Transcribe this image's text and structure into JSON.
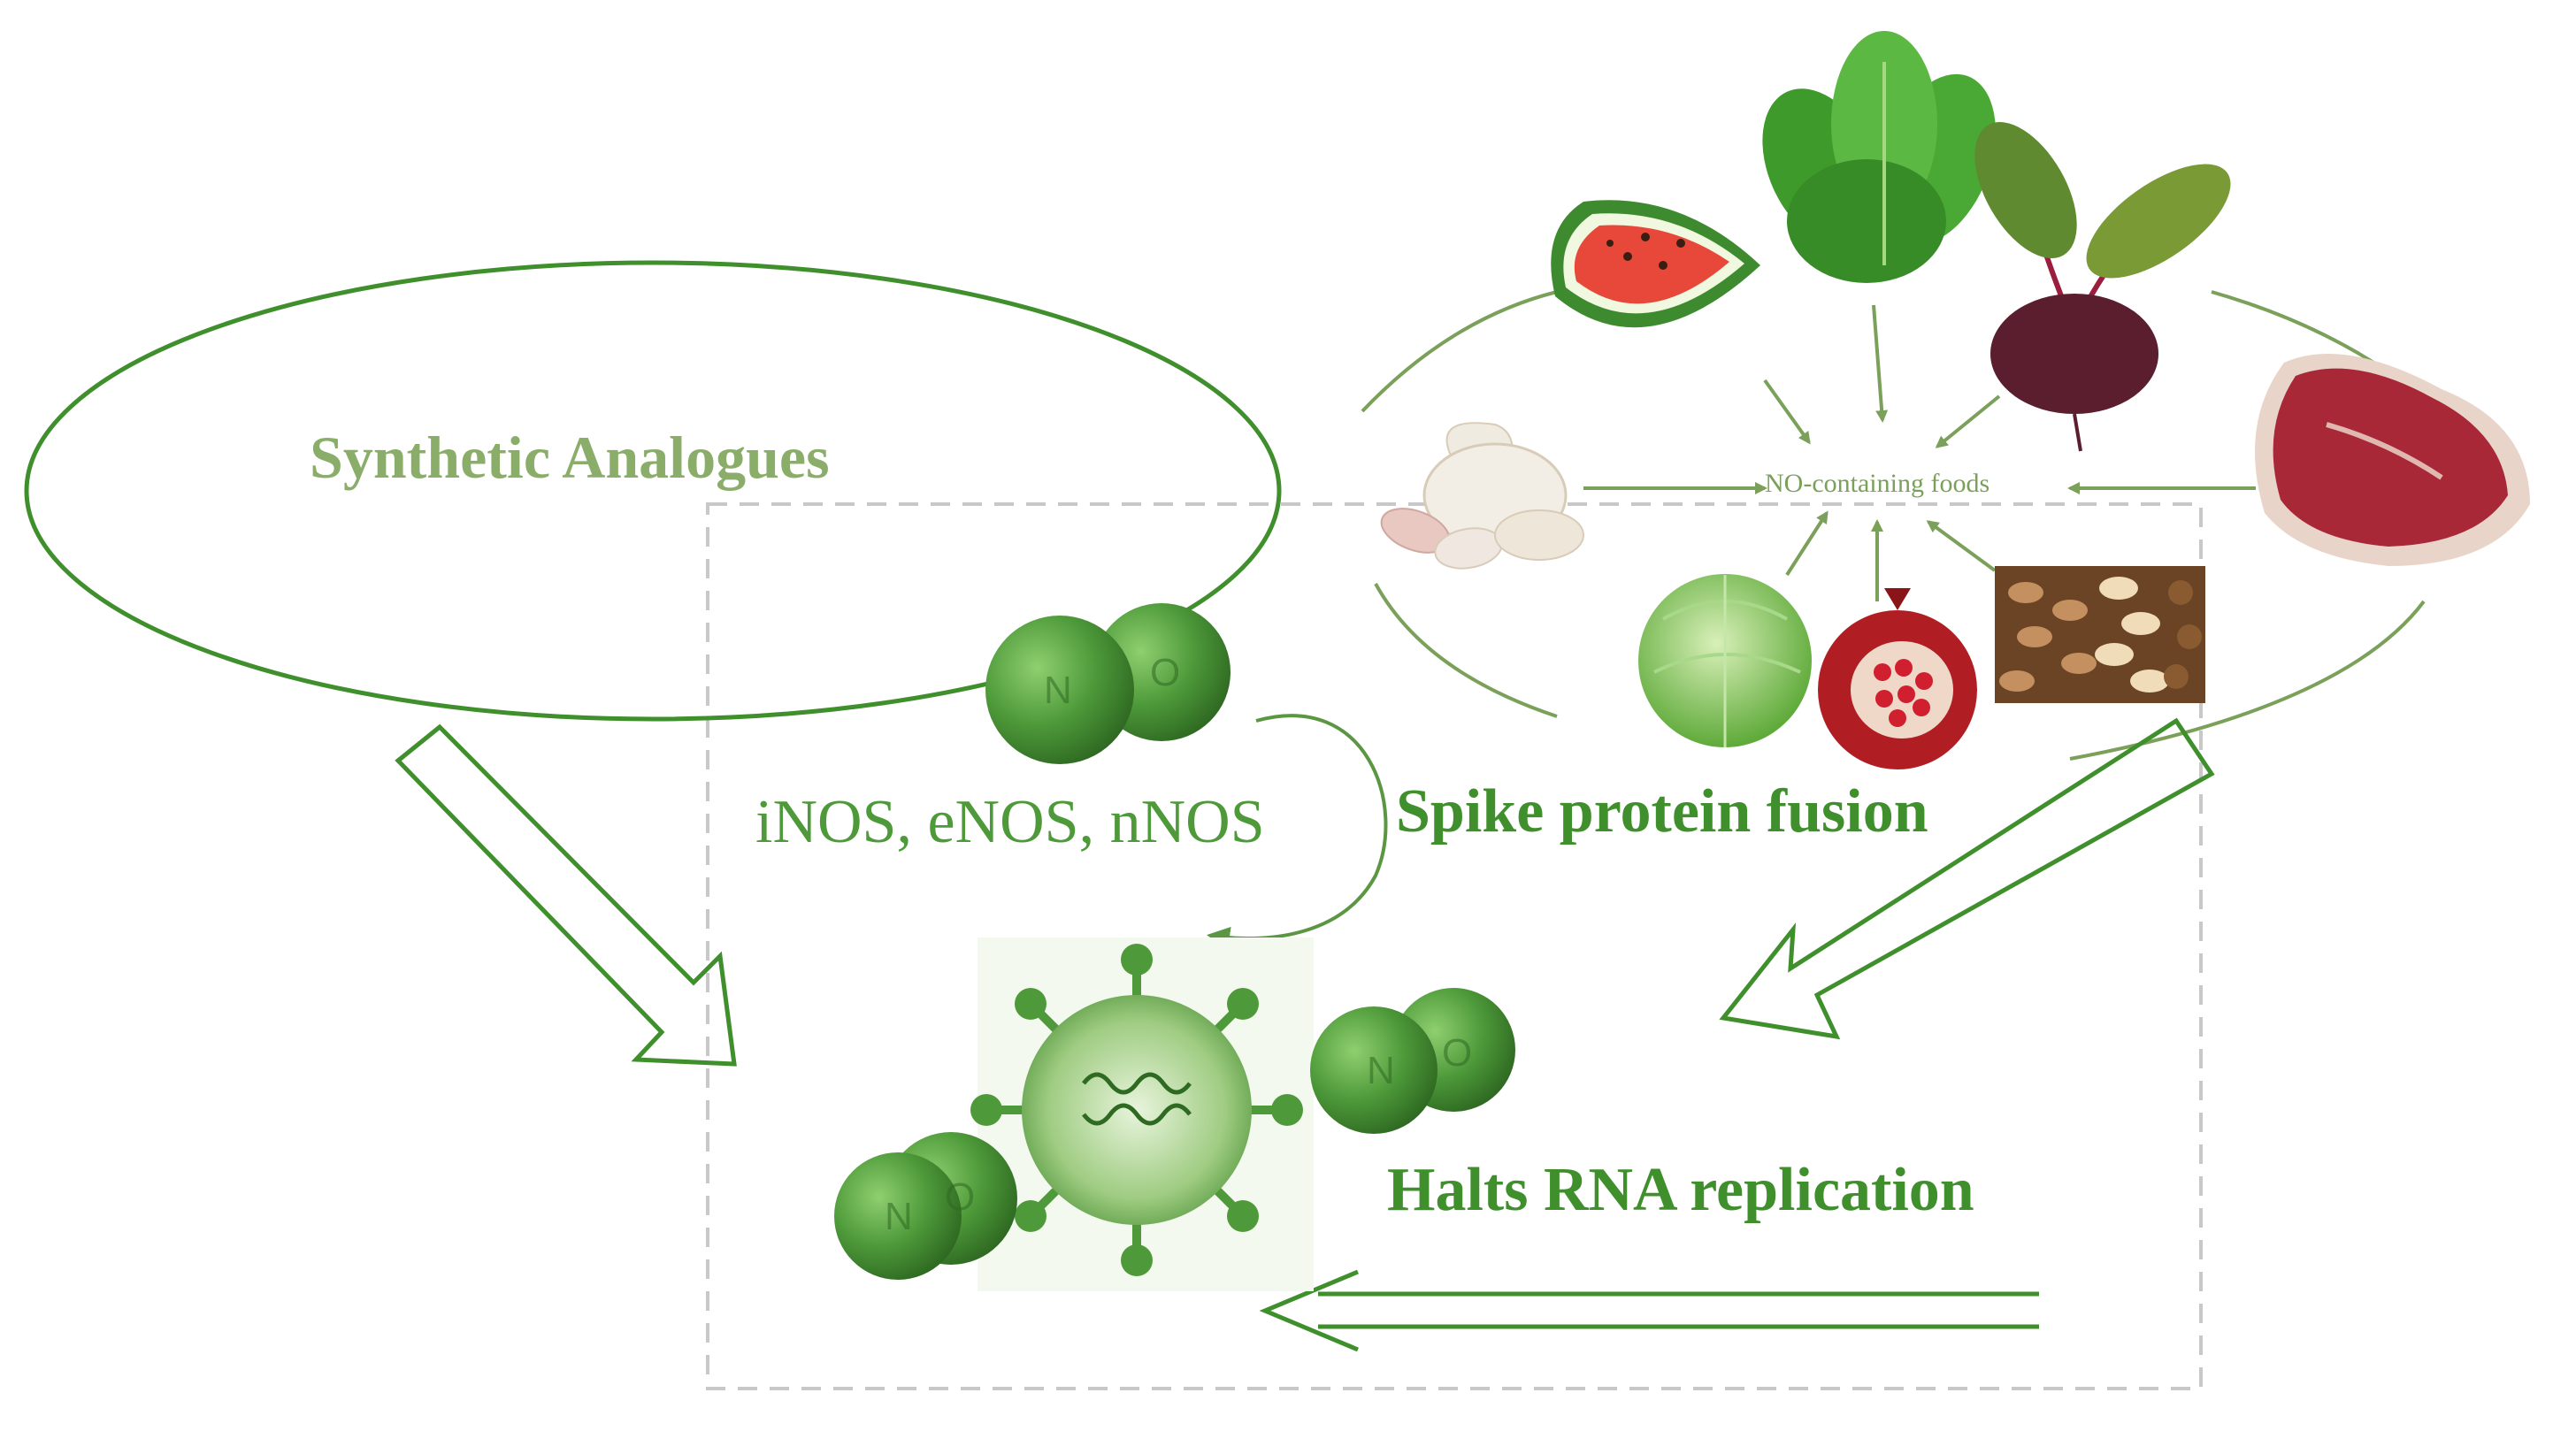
{
  "labels": {
    "synthetic": "Synthetic Analogues",
    "nos": "iNOS, eNOS, nNOS",
    "spike": "Spike protein fusion",
    "halts": "Halts RNA replication",
    "foods": "NO-containing foods"
  },
  "molecule_letters": {
    "n": "N",
    "o": "O"
  },
  "colors": {
    "primary_green": "#3f8f2c",
    "light_green": "#8aae6a",
    "molecule_green": "#4e9a3a",
    "dashed_border": "#c8c8c8"
  }
}
